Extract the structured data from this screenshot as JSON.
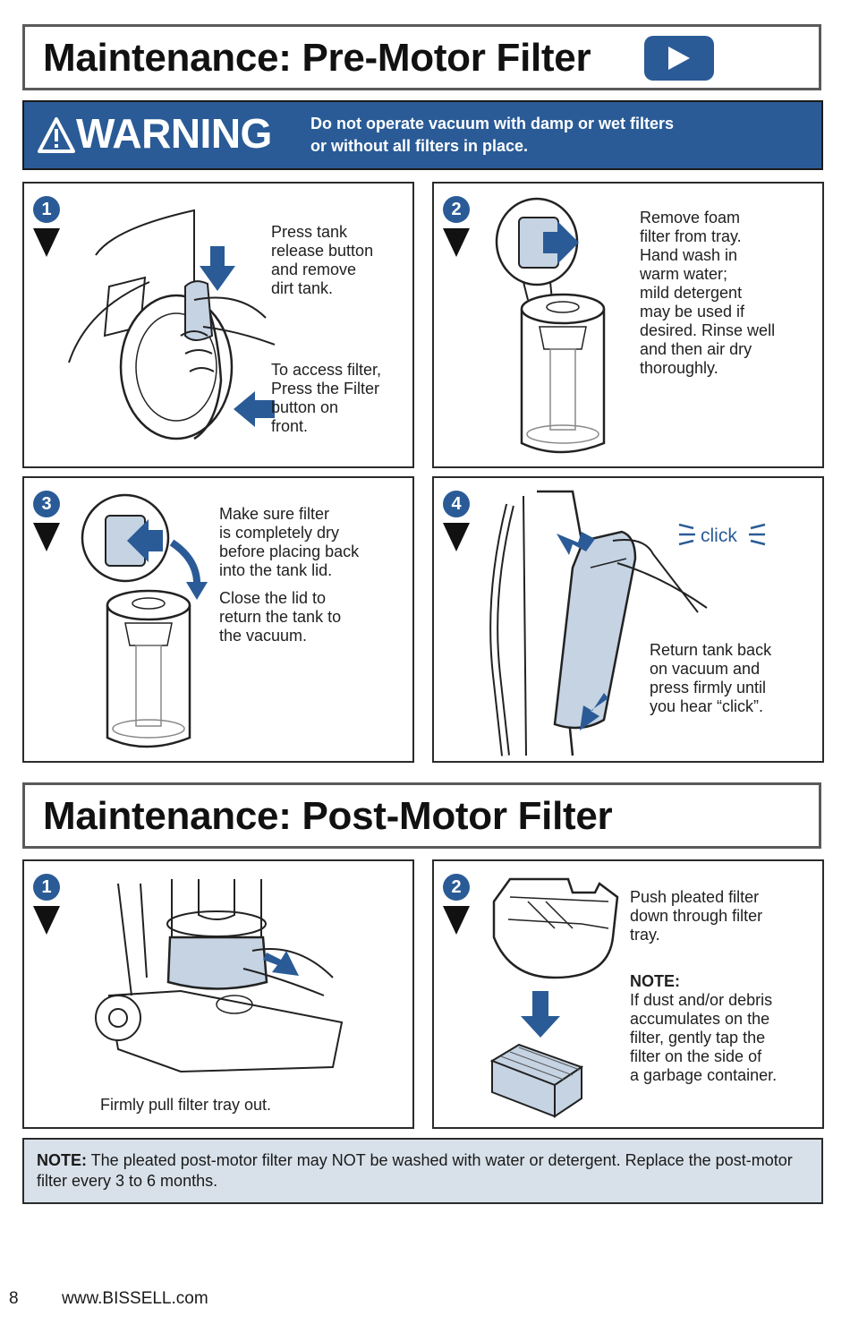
{
  "section1": {
    "title": "Maintenance: Pre-Motor Filter",
    "icon": "play-icon"
  },
  "warning": {
    "word": "WARNING",
    "icon": "warning-triangle-icon",
    "message": "Do not operate vacuum with damp or wet filters\nor without all filters in place."
  },
  "pre_steps": [
    {
      "number": "1",
      "texts": [
        "Press tank\nrelease button\nand remove\ndirt tank.",
        "To access filter,\nPress the Filter\nbutton on\nfront."
      ]
    },
    {
      "number": "2",
      "texts": [
        "Remove foam\nfilter from tray.\nHand wash in\nwarm water;\nmild detergent\nmay be used if\ndesired. Rinse well\nand then air dry\nthoroughly."
      ]
    },
    {
      "number": "3",
      "texts": [
        "Make sure filter\nis completely dry\nbefore placing back\ninto the tank lid.",
        "Close the lid to\nreturn the tank to\nthe vacuum."
      ]
    },
    {
      "number": "4",
      "texts": [
        "Return tank back\non vacuum and\npress firmly until\nyou hear “click”."
      ],
      "click_label": "click"
    }
  ],
  "section2": {
    "title": "Maintenance: Post-Motor Filter"
  },
  "post_steps": [
    {
      "number": "1",
      "caption": "Firmly pull filter tray out."
    },
    {
      "number": "2",
      "text": "Push pleated filter\ndown through filter\ntray.",
      "note_heading": "NOTE:",
      "note_text": "If dust and/or debris\naccumulates on the\nfilter, gently tap the\nfilter on the side of\na garbage container."
    }
  ],
  "bottom_note": {
    "label": "NOTE:",
    "text": " The pleated post-motor filter may NOT be washed with water or detergent. Replace the post-motor filter every 3 to 6 months."
  },
  "footer": {
    "page_number": "8",
    "url": "www.BISSELL.com"
  },
  "colors": {
    "accent_blue": "#2a5b96",
    "note_bg": "#d8e1ea",
    "tank_blue": "#c5d3e3"
  }
}
